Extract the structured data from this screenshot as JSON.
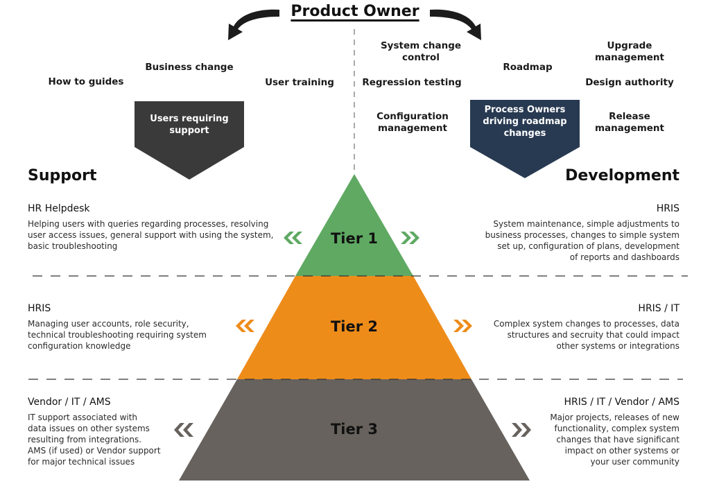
{
  "header": {
    "title": "Product Owner"
  },
  "support_topics": [
    {
      "label": "How to guides"
    },
    {
      "label": "Business change"
    },
    {
      "label": "User training"
    }
  ],
  "development_topics": [
    {
      "label": "System change control"
    },
    {
      "label": "Roadmap"
    },
    {
      "label": "Upgrade management"
    },
    {
      "label": "Regression testing"
    },
    {
      "label": "Design authority"
    },
    {
      "label": "Configuration management"
    },
    {
      "label": "Release management"
    }
  ],
  "support_box": {
    "label_line1": "Users requiring",
    "label_line2": "support",
    "color": "#3a3a3a"
  },
  "development_box": {
    "label_line1": "Process Owners",
    "label_line2": "driving roadmap",
    "label_line3": "changes",
    "color": "#283a52"
  },
  "sides": {
    "support": "Support",
    "development": "Development"
  },
  "tiers": [
    {
      "name": "Tier 1",
      "color": "#5fa963",
      "support_role": "HR Helpdesk",
      "support_desc": [
        "Helping users with queries regarding processes, resolving",
        "user access issues, general support with using the system,",
        "basic troubleshooting"
      ],
      "dev_role": "HRIS",
      "dev_desc": [
        "System maintenance, simple adjustments to",
        "business processes, changes to simple system",
        "set up, configuration of plans, development",
        "of reports and dashboards"
      ]
    },
    {
      "name": "Tier 2",
      "color": "#ee8c1a",
      "support_role": "HRIS",
      "support_desc": [
        "Managing user accounts, role security,",
        "technical troubleshooting requiring system",
        "configuration knowledge"
      ],
      "dev_role": "HRIS / IT",
      "dev_desc": [
        "Complex system changes to processes, data",
        "structures and secruity that could impact",
        "other systems or integrations"
      ]
    },
    {
      "name": "Tier 3",
      "color": "#67625d",
      "support_role": "Vendor / IT / AMS",
      "support_desc": [
        "IT support associated with",
        "data issues on other systems",
        "resulting from integrations.",
        "AMS (if used) or Vendor support",
        "for major technical issues"
      ],
      "dev_role": "HRIS / IT / Vendor / AMS",
      "dev_desc": [
        "Major projects, releases of new",
        "functionality, complex system",
        "changes that have significant",
        "impact on other systems or",
        "your user community"
      ]
    }
  ]
}
